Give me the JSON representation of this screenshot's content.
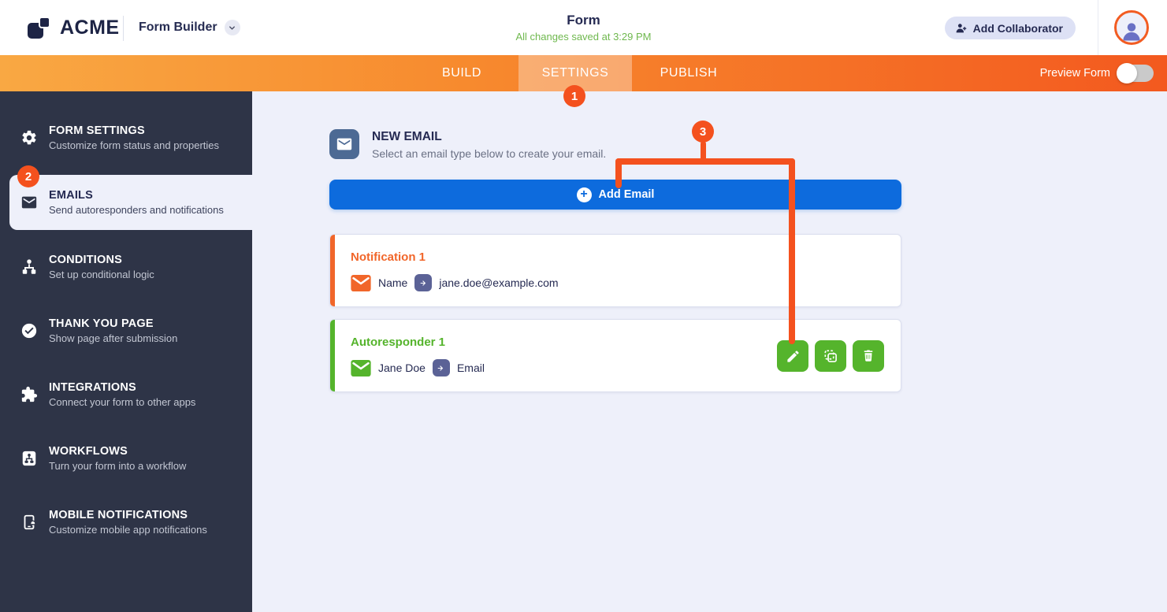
{
  "header": {
    "brand": "ACME",
    "app": "Form Builder",
    "title": "Form",
    "saved_status": "All changes saved at 3:29 PM",
    "add_collaborator": "Add Collaborator"
  },
  "nav": {
    "tabs": [
      {
        "label": "BUILD",
        "active": false
      },
      {
        "label": "SETTINGS",
        "active": true
      },
      {
        "label": "PUBLISH",
        "active": false
      }
    ],
    "preview_label": "Preview Form",
    "preview_toggle_state": "off"
  },
  "sidebar": {
    "items": [
      {
        "label": "FORM SETTINGS",
        "desc": "Customize form status and properties",
        "icon": "gear-icon",
        "active": false
      },
      {
        "label": "EMAILS",
        "desc": "Send autoresponders and notifications",
        "icon": "envelope-icon",
        "active": true
      },
      {
        "label": "CONDITIONS",
        "desc": "Set up conditional logic",
        "icon": "sitemap-icon",
        "active": false
      },
      {
        "label": "THANK YOU PAGE",
        "desc": "Show page after submission",
        "icon": "check-circle-icon",
        "active": false
      },
      {
        "label": "INTEGRATIONS",
        "desc": "Connect your form to other apps",
        "icon": "puzzle-icon",
        "active": false
      },
      {
        "label": "WORKFLOWS",
        "desc": "Turn your form into a workflow",
        "icon": "workflow-icon",
        "active": false
      },
      {
        "label": "MOBILE NOTIFICATIONS",
        "desc": "Customize mobile app notifications",
        "icon": "mobile-bell-icon",
        "active": false
      }
    ]
  },
  "main": {
    "section_title": "NEW EMAIL",
    "section_desc": "Select an email type below to create your email.",
    "add_email_label": "Add Email",
    "emails": [
      {
        "title": "Notification 1",
        "from_label": "Name",
        "to_label": "jane.doe@example.com",
        "accent": "#f1662a",
        "type": "notification"
      },
      {
        "title": "Autoresponder 1",
        "from_label": "Jane Doe",
        "to_label": "Email",
        "accent": "#55b42c",
        "type": "autoresponder",
        "actions": [
          "edit",
          "duplicate",
          "delete"
        ]
      }
    ]
  },
  "markers": {
    "one": "1",
    "two": "2",
    "three": "3"
  },
  "colors": {
    "sidebar_bg": "#2e3447",
    "content_bg": "#eef0fa",
    "nav_gradient_left": "#f9a843",
    "nav_gradient_right": "#f3591f",
    "annotation_orange": "#f4511e",
    "primary_blue": "#0d6bdd",
    "notification_orange": "#f1662a",
    "autoresponder_green": "#55b42c",
    "dark_navy_text": "#252a52",
    "saved_green": "#6fb84e",
    "avatar_ring": "#f25c22"
  }
}
